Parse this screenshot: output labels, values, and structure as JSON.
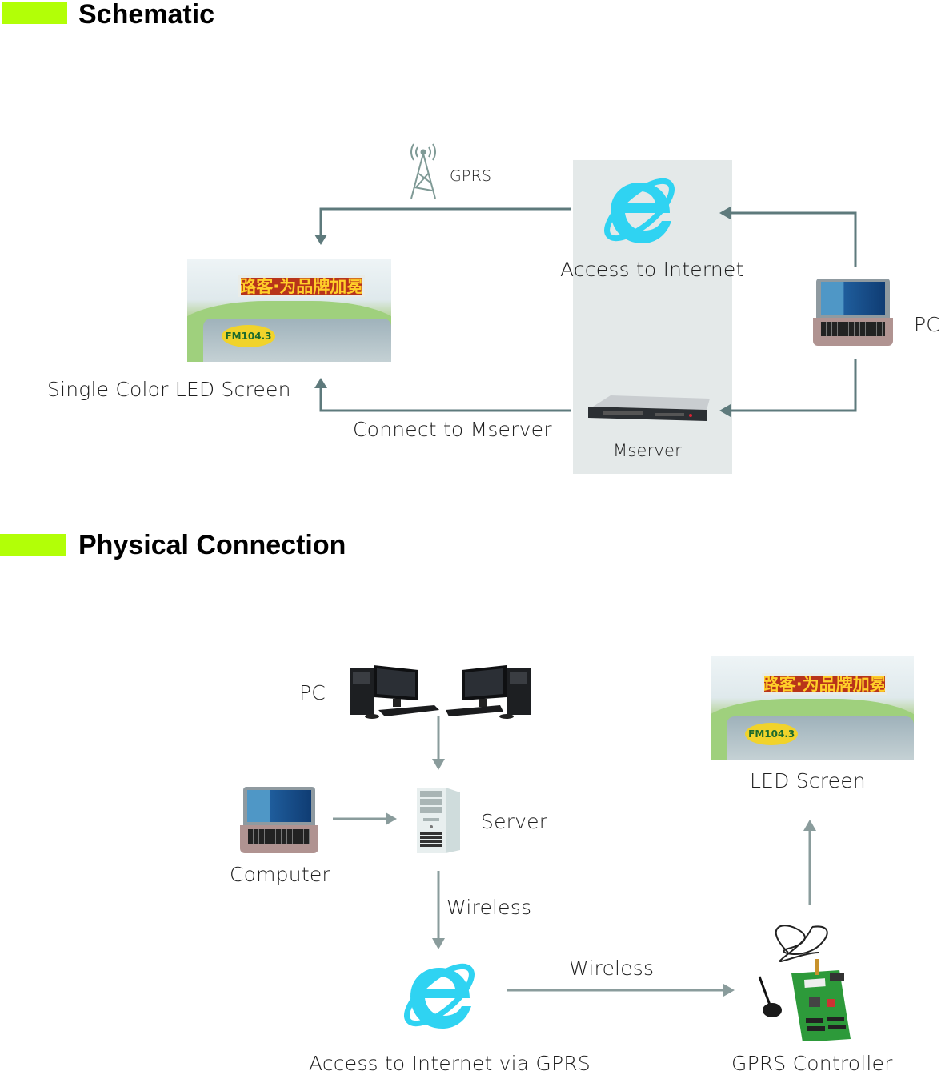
{
  "sections": [
    {
      "title": "Schematic",
      "accent_color": "#b2ff07"
    },
    {
      "title": "Physical Connection",
      "accent_color": "#b2ff07"
    }
  ],
  "schematic": {
    "gprs_label": "GPRS",
    "internet_label": "Access to Internet",
    "led_screen_label": "Single Color LED Screen",
    "pc_label": "PC",
    "connect_label": "Connect to Mserver",
    "mserver_label": "Mserver",
    "led_sign_text": "路客·为品牌加冕",
    "sticker_text": "FM104.3"
  },
  "physical": {
    "pc_label": "PC",
    "server_label": "Server",
    "computer_label": "Computer",
    "wireless_label_1": "Wireless",
    "wireless_label_2": "Wireless",
    "internet_label": "Access to Internet via GPRS",
    "controller_label": "GPRS Controller",
    "led_screen_label": "LED Screen",
    "led_sign_text": "路客·为品牌加冕",
    "sticker_text": "FM104.3"
  },
  "colors": {
    "arrow": "#5e7a7c",
    "arrow_light": "#8a9c9c",
    "panel": "#e4e9e9",
    "ie_blue": "#2fd3f2"
  }
}
